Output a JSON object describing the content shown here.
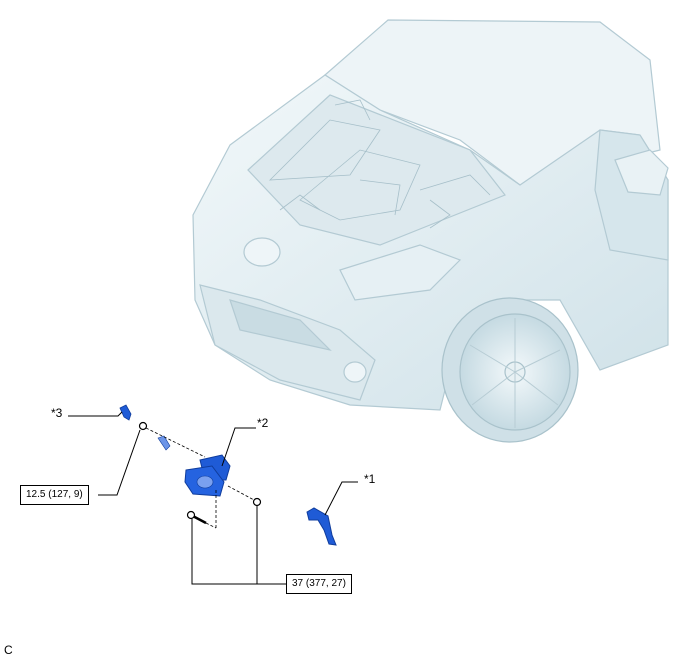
{
  "callouts": {
    "c1": "*1",
    "c2": "*2",
    "c3": "*3"
  },
  "torque": {
    "t1": "12.5 (127, 9)",
    "t2": "37 (377, 27)"
  },
  "corner_code": "C",
  "colors": {
    "vehicle_fill": "#e3eef3",
    "vehicle_line": "#b3cad3",
    "part_blue": "#1f5bd6",
    "part_blue_dark": "#0f3c9c",
    "leader": "#000000"
  }
}
